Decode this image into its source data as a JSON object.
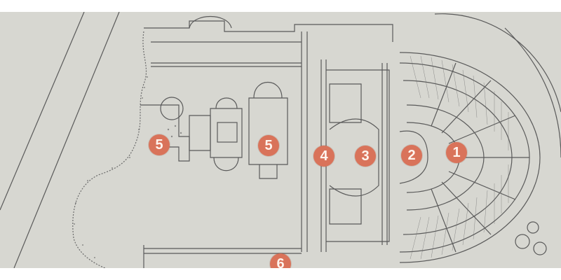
{
  "colors": {
    "background": "#d7d7d1",
    "ink": "#5a5a5a",
    "marker": "#d9735a"
  },
  "markers": [
    {
      "id": "marker-1",
      "label": "1"
    },
    {
      "id": "marker-2",
      "label": "2"
    },
    {
      "id": "marker-3",
      "label": "3"
    },
    {
      "id": "marker-4",
      "label": "4"
    },
    {
      "id": "marker-5a",
      "label": "5"
    },
    {
      "id": "marker-5b",
      "label": "5"
    },
    {
      "id": "marker-6",
      "label": "6"
    }
  ]
}
